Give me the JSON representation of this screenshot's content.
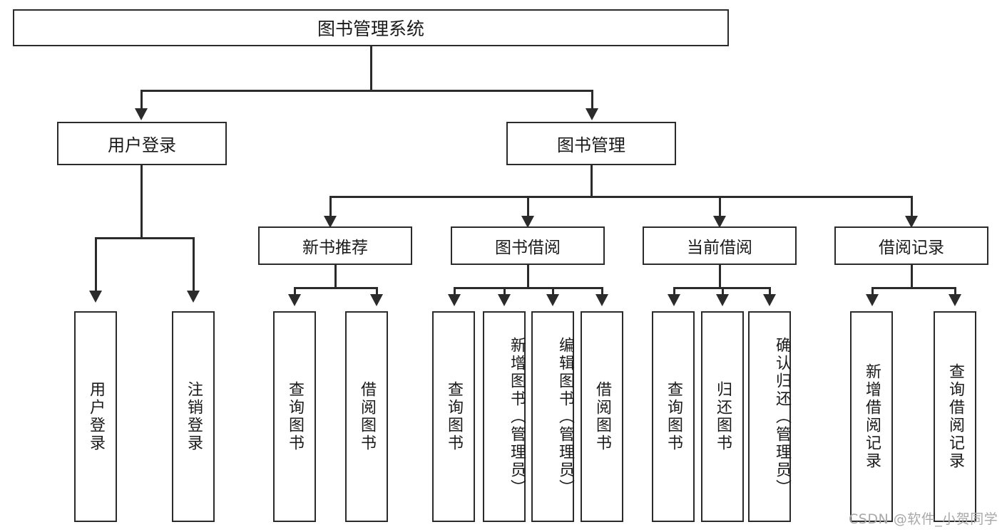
{
  "diagram": {
    "type": "tree-hierarchy",
    "title": "图书管理系统",
    "root": {
      "id": "root",
      "label": "图书管理系统"
    },
    "level1": [
      {
        "id": "user-login",
        "label": "用户登录"
      },
      {
        "id": "book-manage",
        "label": "图书管理"
      }
    ],
    "level2": [
      {
        "id": "new-book-rec",
        "label": "新书推荐",
        "parent": "book-manage"
      },
      {
        "id": "book-borrow",
        "label": "图书借阅",
        "parent": "book-manage"
      },
      {
        "id": "current-borrow",
        "label": "当前借阅",
        "parent": "book-manage"
      },
      {
        "id": "borrow-record",
        "label": "借阅记录",
        "parent": "book-manage"
      }
    ],
    "leaves": [
      {
        "id": "leaf-user-login",
        "label": "用户登录",
        "parent": "user-login"
      },
      {
        "id": "leaf-user-logout",
        "label": "注销登录",
        "parent": "user-login"
      },
      {
        "id": "leaf-rec-query",
        "label": "查询图书",
        "parent": "new-book-rec"
      },
      {
        "id": "leaf-rec-borrow",
        "label": "借阅图书",
        "parent": "new-book-rec"
      },
      {
        "id": "leaf-borrow-query",
        "label": "查询图书",
        "parent": "book-borrow"
      },
      {
        "id": "leaf-borrow-add",
        "label": "新增图书（管理员）",
        "parent": "book-borrow"
      },
      {
        "id": "leaf-borrow-edit",
        "label": "编辑图书（管理员）",
        "parent": "book-borrow"
      },
      {
        "id": "leaf-borrow-lend",
        "label": "借阅图书",
        "parent": "book-borrow"
      },
      {
        "id": "leaf-cur-query",
        "label": "查询图书",
        "parent": "current-borrow"
      },
      {
        "id": "leaf-cur-return",
        "label": "归还图书",
        "parent": "current-borrow"
      },
      {
        "id": "leaf-cur-confirm",
        "label": "确认归还（管理员）",
        "parent": "current-borrow"
      },
      {
        "id": "leaf-rec-add",
        "label": "新增借阅记录",
        "parent": "borrow-record"
      },
      {
        "id": "leaf-rec-search",
        "label": "查询借阅记录",
        "parent": "borrow-record"
      }
    ],
    "watermark": "CSDN @软件_小贺同学",
    "colors": {
      "stroke": "#2b2b2b",
      "fill": "#ffffff",
      "text": "#1a1a1a",
      "watermark": "#a8a8a8"
    }
  }
}
